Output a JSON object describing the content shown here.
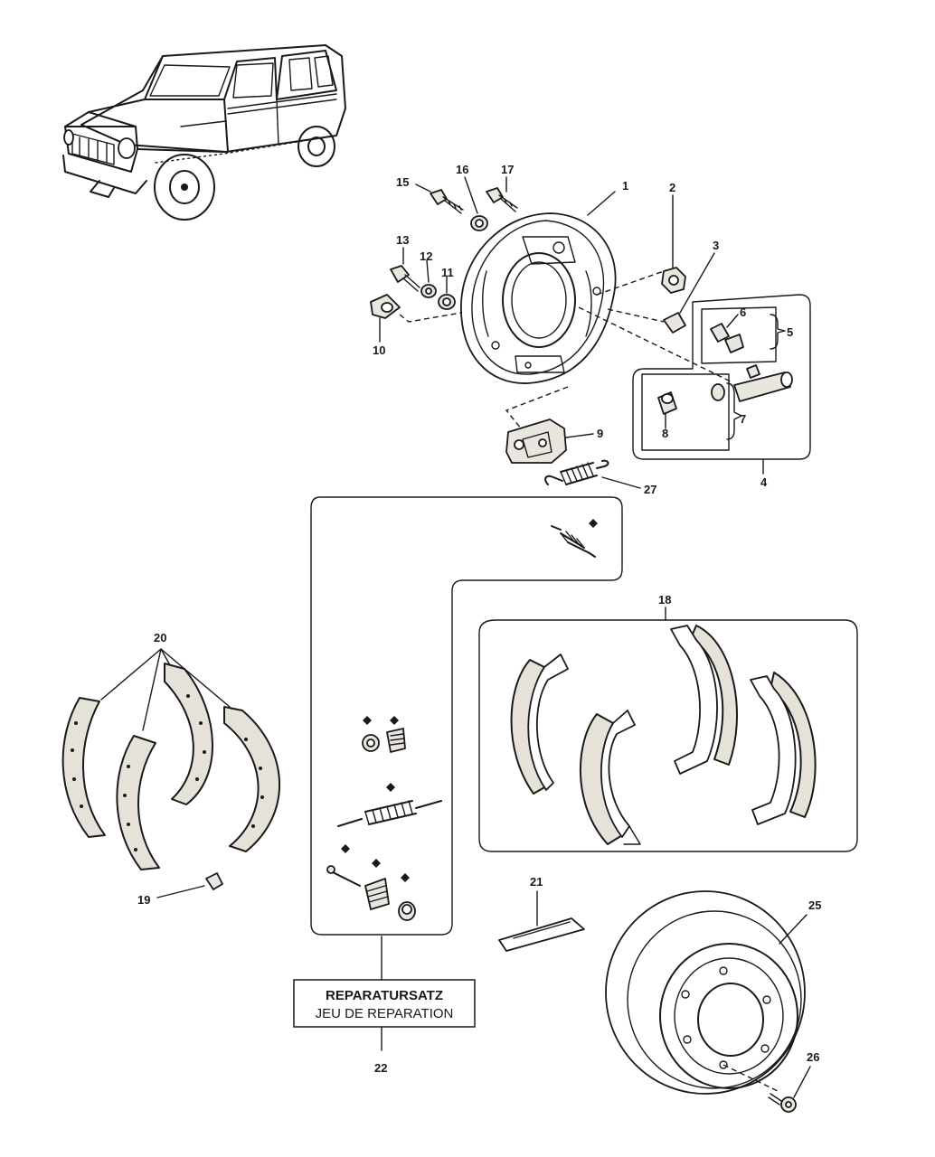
{
  "diagram": {
    "callouts": {
      "c1": "1",
      "c2": "2",
      "c3": "3",
      "c4": "4",
      "c5": "5",
      "c6": "6",
      "c7": "7",
      "c8": "8",
      "c9": "9",
      "c10": "10",
      "c11": "11",
      "c12": "12",
      "c13": "13",
      "c15": "15",
      "c16": "16",
      "c17": "17",
      "c18": "18",
      "c19": "19",
      "c20": "20",
      "c21": "21",
      "c22": "22",
      "c25": "25",
      "c26": "26",
      "c27": "27"
    },
    "repair_kit": {
      "label_de": "REPARATURSATZ",
      "label_fr": "JEU DE REPARATION"
    }
  }
}
